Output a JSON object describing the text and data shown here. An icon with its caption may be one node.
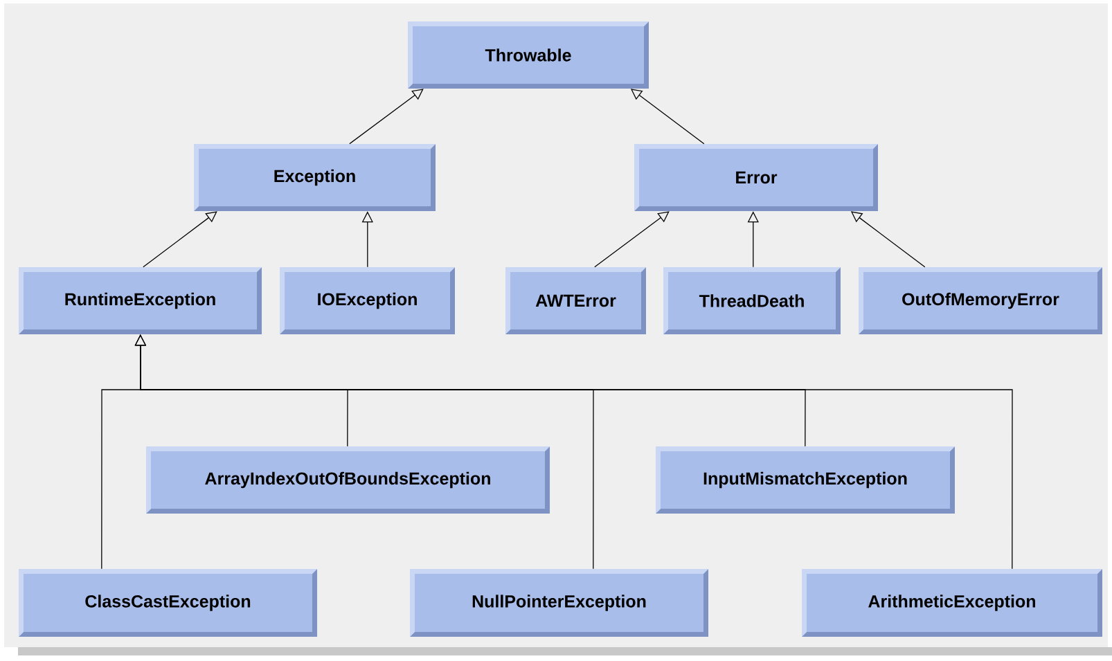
{
  "diagram": {
    "nodes": [
      {
        "text": [
          "Throwable"
        ]
      },
      {
        "text": [
          "Exception"
        ]
      },
      {
        "text": [
          "Error"
        ]
      },
      {
        "text": [
          "RuntimeException"
        ]
      },
      {
        "text": [
          "IOException"
        ]
      },
      {
        "text": [
          "AWTError"
        ]
      },
      {
        "text": [
          "ThreadDeath"
        ]
      },
      {
        "text": [
          "OutOfMemoryError"
        ]
      },
      {
        "text": [
          "ArrayIndexOutOfBoundsException"
        ]
      },
      {
        "text": [
          "InputMismatchException"
        ]
      },
      {
        "text": [
          "ClassCastException"
        ]
      },
      {
        "text": [
          "NullPointerException"
        ]
      },
      {
        "text": [
          "ArithmeticException"
        ]
      }
    ],
    "edges": [
      {
        "from": 1,
        "to": 0,
        "arrow": "to"
      },
      {
        "from": 2,
        "to": 0,
        "arrow": "to"
      },
      {
        "from": 3,
        "to": 1,
        "arrow": "to"
      },
      {
        "from": 4,
        "to": 1,
        "arrow": "to"
      },
      {
        "from": 5,
        "to": 2,
        "arrow": "to"
      },
      {
        "from": 6,
        "to": 2,
        "arrow": "to"
      },
      {
        "from": 7,
        "to": 2,
        "arrow": "to"
      },
      {
        "from": 10,
        "to": 3,
        "arrow": "to"
      },
      {
        "from": 8,
        "to": 3,
        "arrow": "to"
      },
      {
        "from": 11,
        "to": 3,
        "arrow": "to"
      },
      {
        "from": 9,
        "to": 3,
        "arrow": "to"
      },
      {
        "from": 12,
        "to": 3,
        "arrow": "to"
      }
    ]
  }
}
